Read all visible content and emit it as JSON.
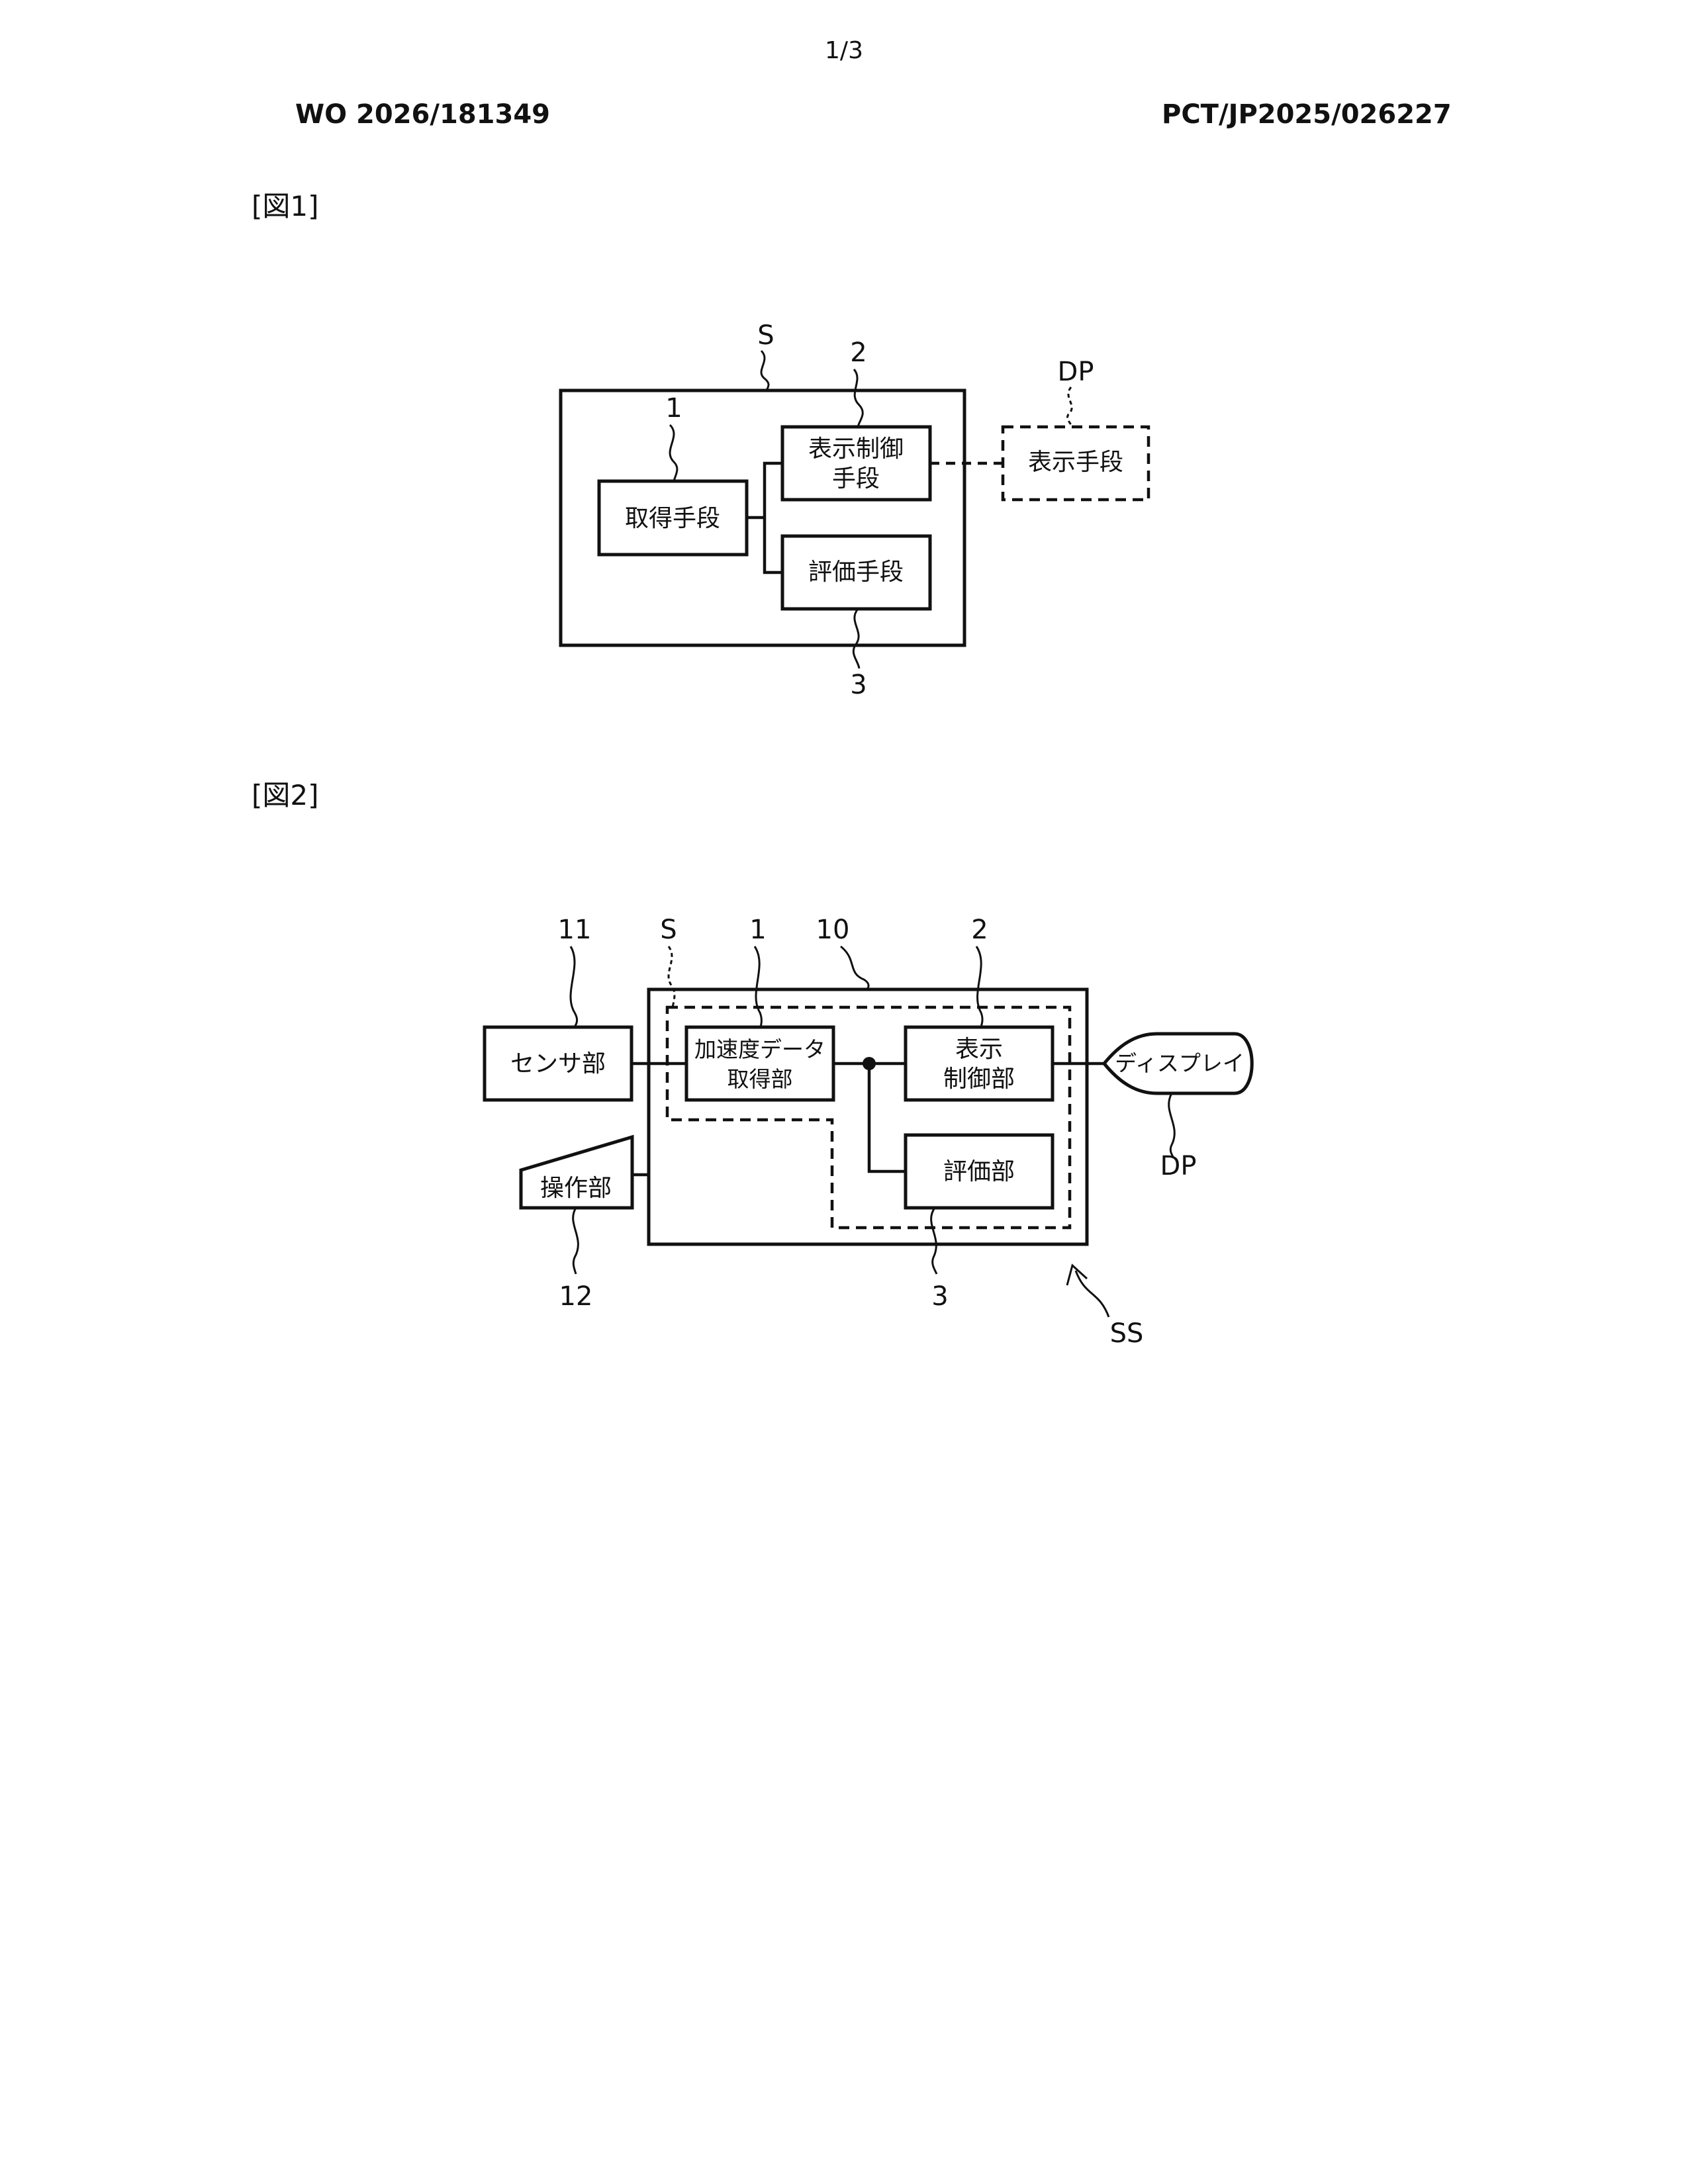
{
  "header": {
    "page_number": "1/3",
    "publication_number": "WO 2026/181349",
    "application_number": "PCT/JP2025/026227"
  },
  "figure1": {
    "label": "[図1]",
    "refs": {
      "system": "S",
      "display_control": "2",
      "display": "DP",
      "acquisition": "1",
      "evaluation": "3"
    },
    "blocks": {
      "acquisition": "取得手段",
      "display_control_line1": "表示制御",
      "display_control_line2": "手段",
      "evaluation": "評価手段",
      "display": "表示手段"
    }
  },
  "figure2": {
    "label": "[図2]",
    "refs": {
      "sensor": "11",
      "system": "S",
      "acquisition": "1",
      "device": "10",
      "display_control": "2",
      "display": "DP",
      "operation": "12",
      "evaluation": "3",
      "overall": "SS"
    },
    "blocks": {
      "sensor": "センサ部",
      "acquisition_line1": "加速度データ",
      "acquisition_line2": "取得部",
      "display_control_line1": "表示",
      "display_control_line2": "制御部",
      "evaluation": "評価部",
      "operation": "操作部",
      "display": "ディスプレイ"
    }
  }
}
